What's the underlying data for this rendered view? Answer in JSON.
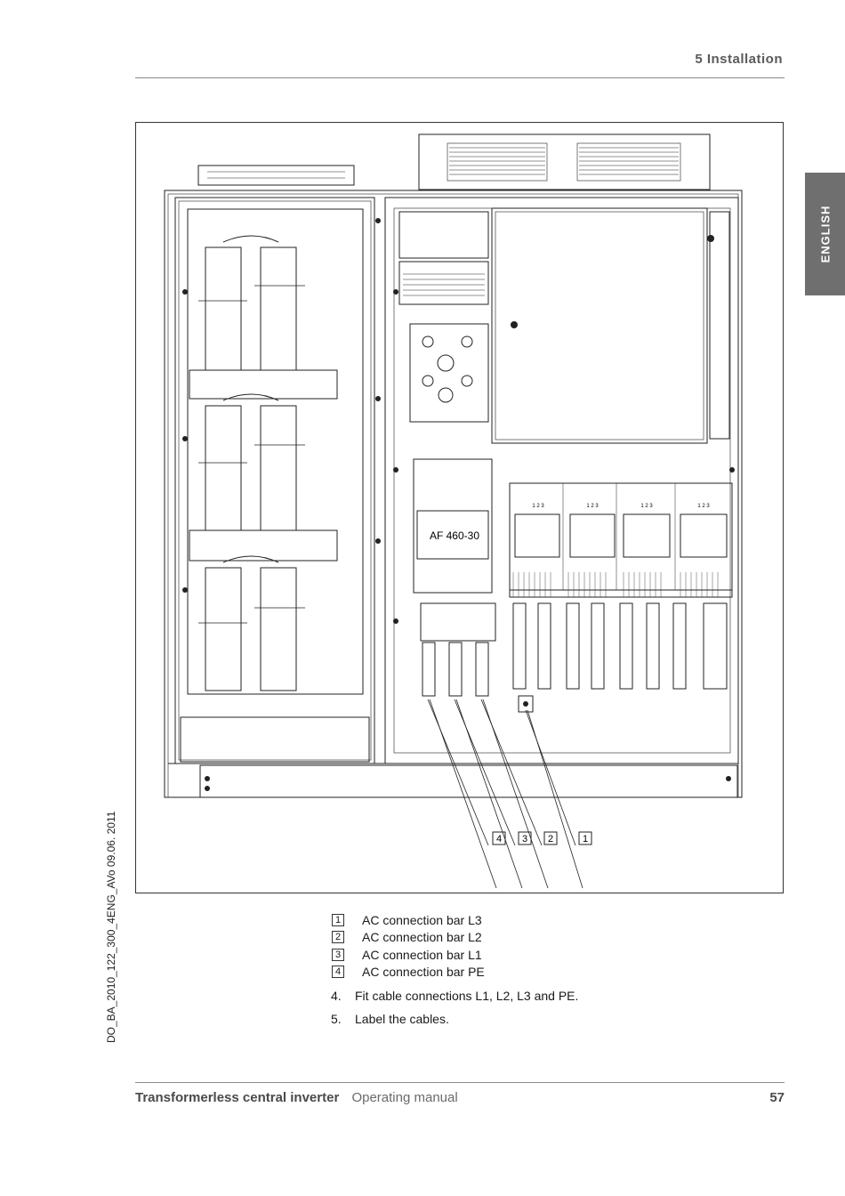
{
  "header": {
    "section": "5 Installation"
  },
  "language_tab": {
    "label": "ENGLISH"
  },
  "side_code": "DO_BA_2010_122_300_4ENG_AVo   09.06. 2011",
  "figure": {
    "callouts": [
      "4",
      "3",
      "2",
      "1"
    ],
    "contactor_label": "AF 460-30",
    "breaker_labels": [
      "1 2 3",
      "1 2 3",
      "1 2 3",
      "1 2 3"
    ]
  },
  "legend": [
    {
      "num": "1",
      "text": "AC connection bar L3"
    },
    {
      "num": "2",
      "text": "AC connection bar L2"
    },
    {
      "num": "3",
      "text": "AC connection bar L1"
    },
    {
      "num": "4",
      "text": "AC connection bar PE"
    }
  ],
  "steps": [
    {
      "num": "4.",
      "text": "Fit cable connections L1, L2, L3 and PE."
    },
    {
      "num": "5.",
      "text": "Label the cables."
    }
  ],
  "footer": {
    "product": "Transformerless central inverter",
    "manual": "Operating manual",
    "page": "57"
  }
}
